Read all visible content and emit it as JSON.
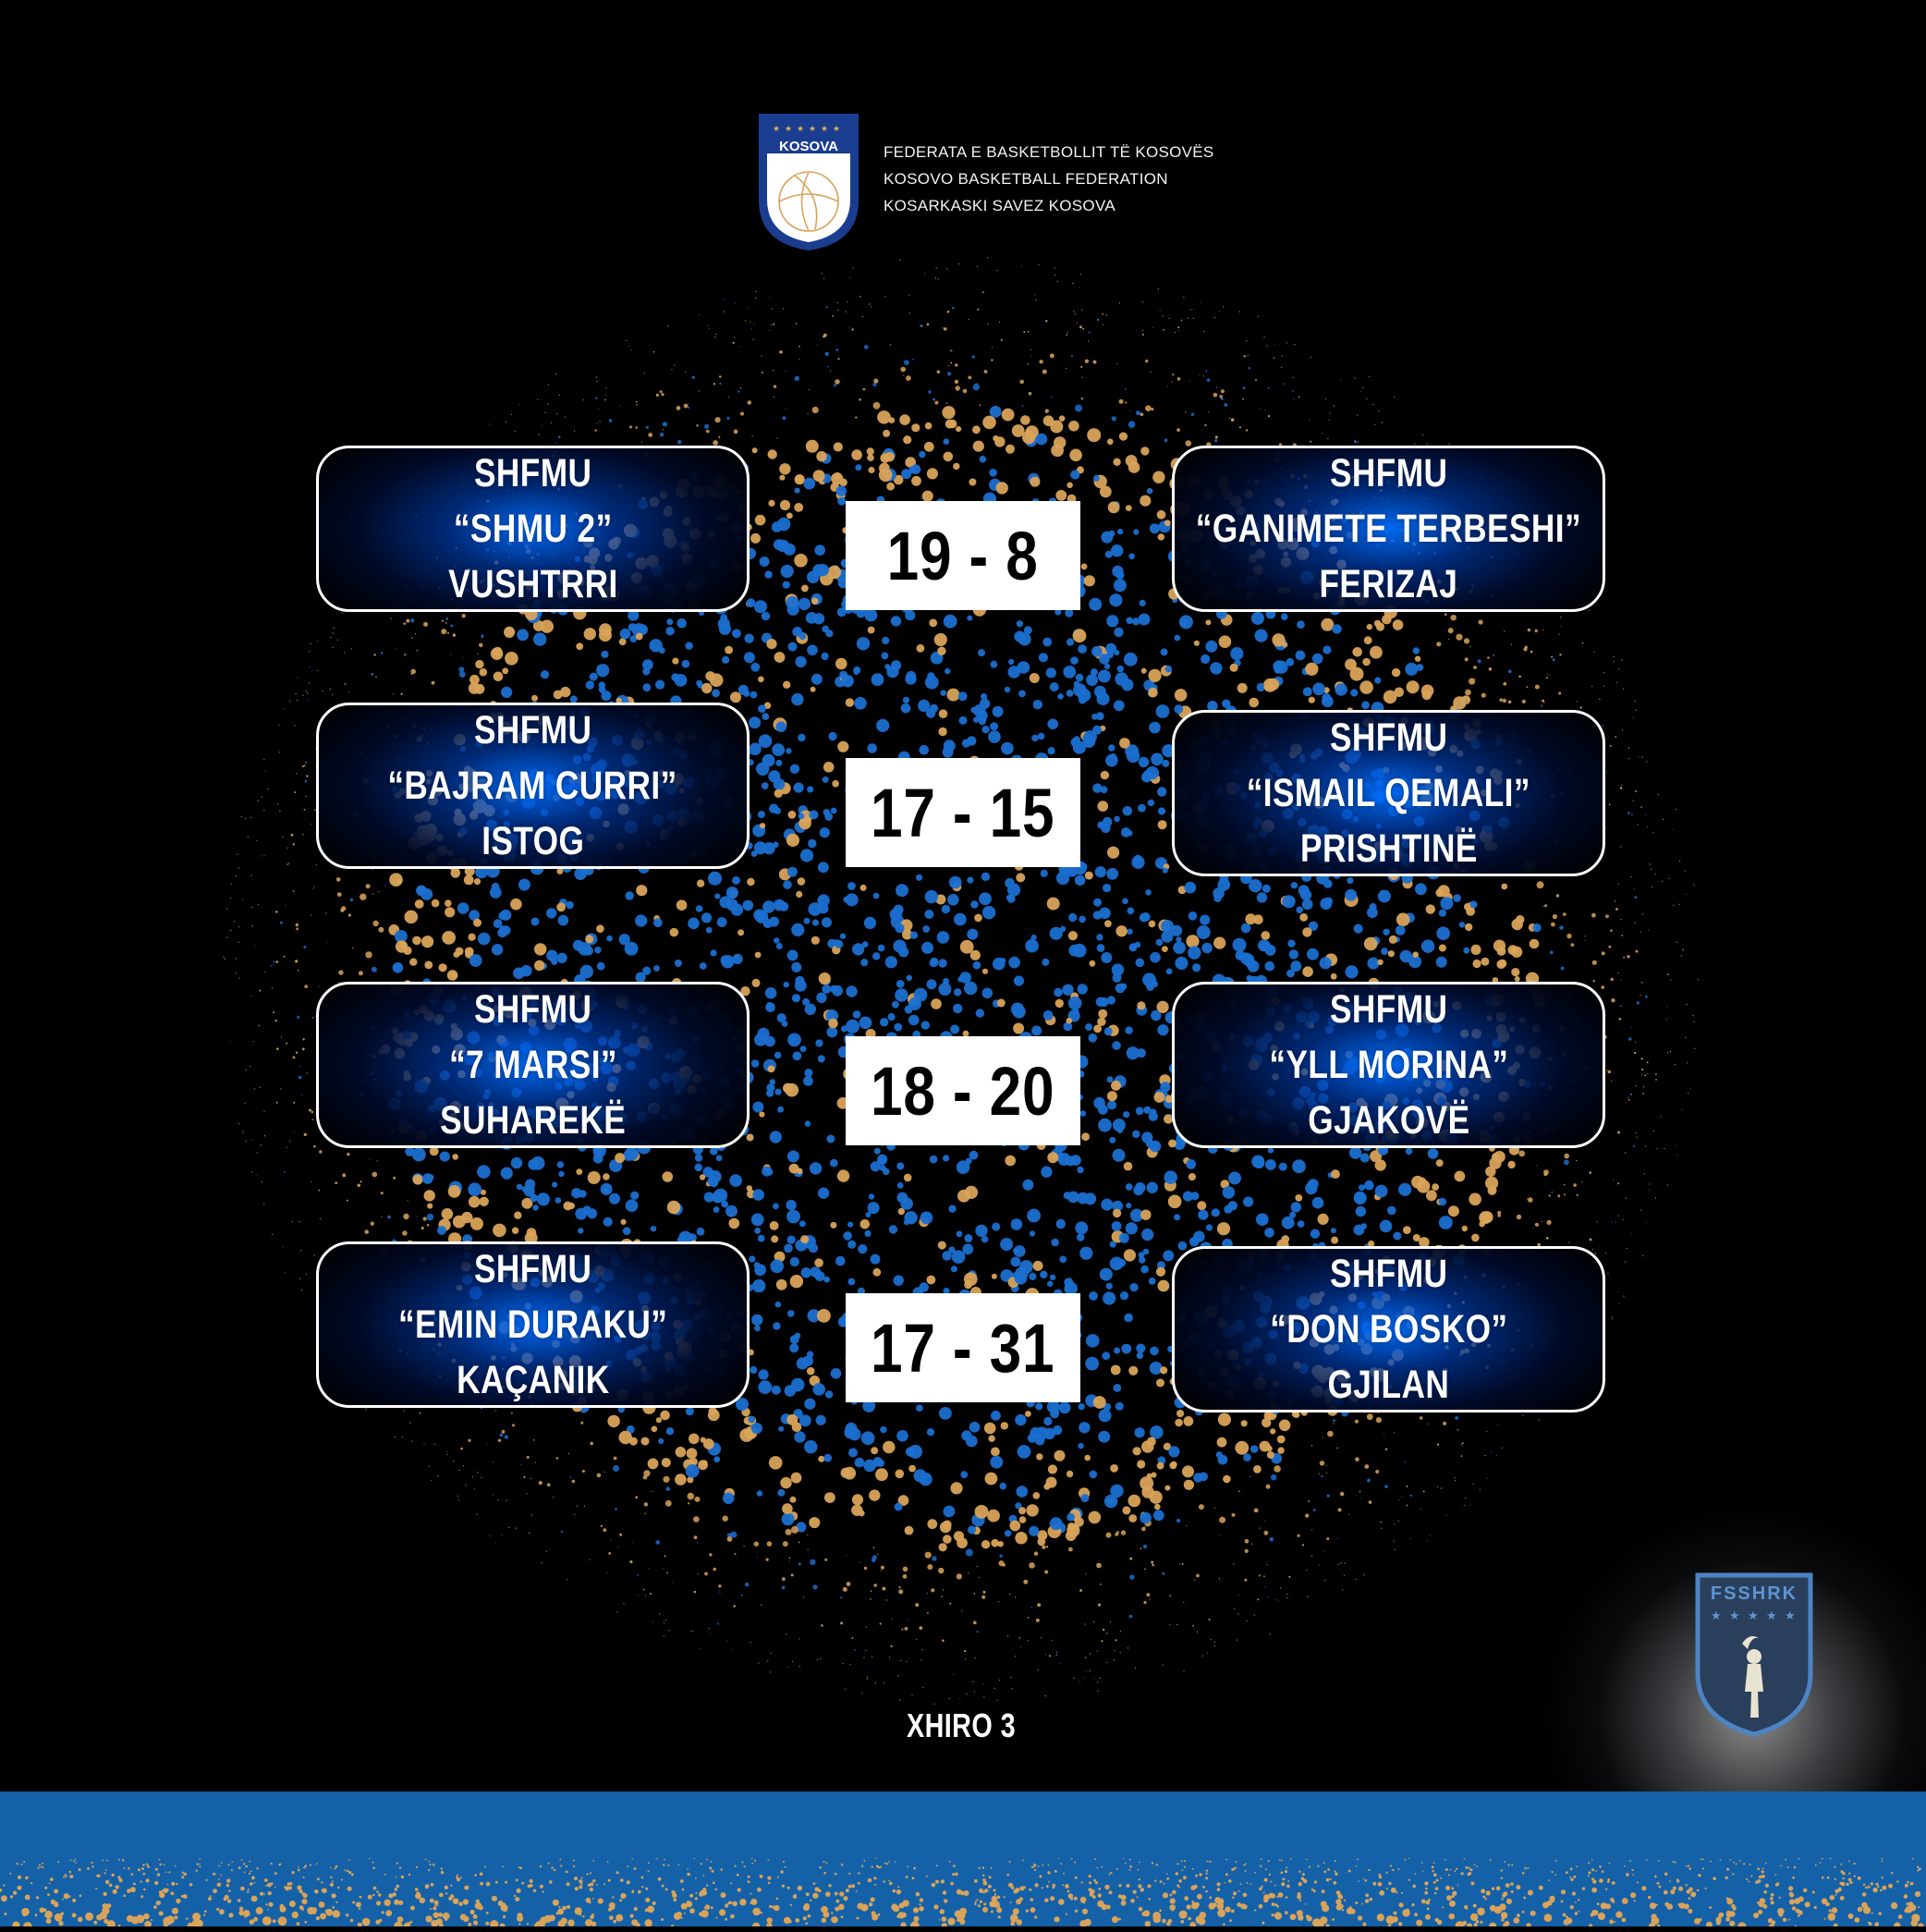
{
  "federation": {
    "logo_text": "KOSOVA",
    "name_lines": [
      "FEDERATA E BASKETBOLLIT TË KOSOVËS",
      "KOSOVO BASKETBALL FEDERATION",
      "KOSARKASKI SAVEZ KOSOVA"
    ]
  },
  "matches": [
    {
      "home": [
        "SHFMU",
        "“SHMU 2”",
        "VUSHTRRI"
      ],
      "score": "19 - 8",
      "away": [
        "SHFMU",
        "“GANIMETE TERBESHI”",
        "FERIZAJ"
      ]
    },
    {
      "home": [
        "SHFMU",
        "“BAJRAM CURRI”",
        "ISTOG"
      ],
      "score": "17 - 15",
      "away": [
        "SHFMU",
        "“ISMAIL QEMALI”",
        "PRISHTINË"
      ]
    },
    {
      "home": [
        "SHFMU",
        "“7 MARSI”",
        "SUHAREKË"
      ],
      "score": "18 - 20",
      "away": [
        "SHFMU",
        "“YLL MORINA”",
        "GJAKOVË"
      ]
    },
    {
      "home": [
        "SHFMU",
        "“EMIN DURAKU”",
        "KAÇANIK"
      ],
      "score": "17 - 31",
      "away": [
        "SHFMU",
        "“DON BOSKO”",
        "GJILAN"
      ]
    }
  ],
  "round_label": "XHIRO 3",
  "badge": {
    "text": "FSSHRK"
  },
  "colors": {
    "background": "#000000",
    "accent_blue": "#1461a8",
    "dot_gold": "#d9a35a",
    "dot_blue": "#1a6fd0"
  }
}
